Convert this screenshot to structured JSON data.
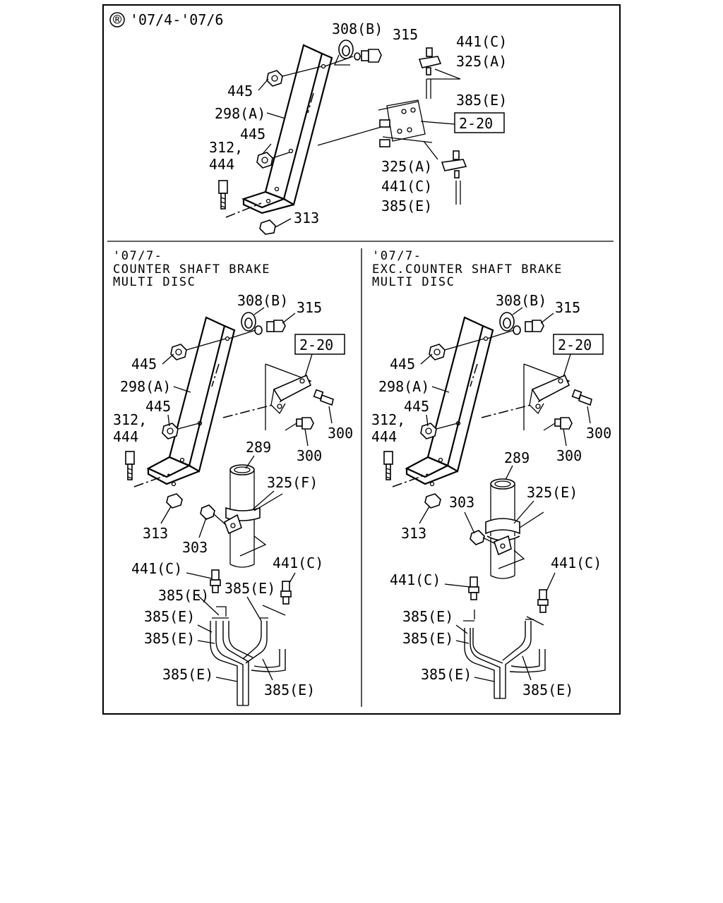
{
  "panels": {
    "top": {
      "reg_mark": "®",
      "title": "'07/4-'07/6",
      "labels": {
        "l308b": "308(B)",
        "l315": "315",
        "l441c_a": "441(C)",
        "l325a_a": "325(A)",
        "l385e_a": "385(E)",
        "l445_a": "445",
        "l298a": "298(A)",
        "l445_b": "445",
        "l312": "312,",
        "l444": "444",
        "l313": "313",
        "l220": "2-20",
        "l325a_b": "325(A)",
        "l441c_b": "441(C)",
        "l385e_b": "385(E)"
      }
    },
    "bottom_left": {
      "title_lines": [
        "'07/7-",
        "COUNTER SHAFT BRAKE",
        "MULTI DISC"
      ],
      "labels": {
        "l308b": "308(B)",
        "l315": "315",
        "l220": "2-20",
        "l445_a": "445",
        "l298a": "298(A)",
        "l445_b": "445",
        "l312": "312,",
        "l444": "444",
        "l300_a": "300",
        "l300_b": "300",
        "l289": "289",
        "l325f": "325(F)",
        "l313": "313",
        "l303": "303",
        "l441c_a": "441(C)",
        "l441c_b": "441(C)",
        "l385e_1": "385(E)",
        "l385e_2": "385(E)",
        "l385e_3": "385(E)",
        "l385e_4": "385(E)",
        "l385e_5": "385(E)",
        "l385e_6": "385(E)"
      }
    },
    "bottom_right": {
      "title_lines": [
        "'07/7-",
        "EXC.COUNTER SHAFT BRAKE",
        "MULTI DISC"
      ],
      "labels": {
        "l308b": "308(B)",
        "l315": "315",
        "l220": "2-20",
        "l445_a": "445",
        "l298a": "298(A)",
        "l445_b": "445",
        "l312": "312,",
        "l444": "444",
        "l300_a": "300",
        "l300_b": "300",
        "l289": "289",
        "l325e": "325(E)",
        "l303": "303",
        "l313": "313",
        "l441c_a": "441(C)",
        "l441c_b": "441(C)",
        "l385e_1": "385(E)",
        "l385e_2": "385(E)",
        "l385e_3": "385(E)",
        "l385e_4": "385(E)"
      }
    }
  }
}
